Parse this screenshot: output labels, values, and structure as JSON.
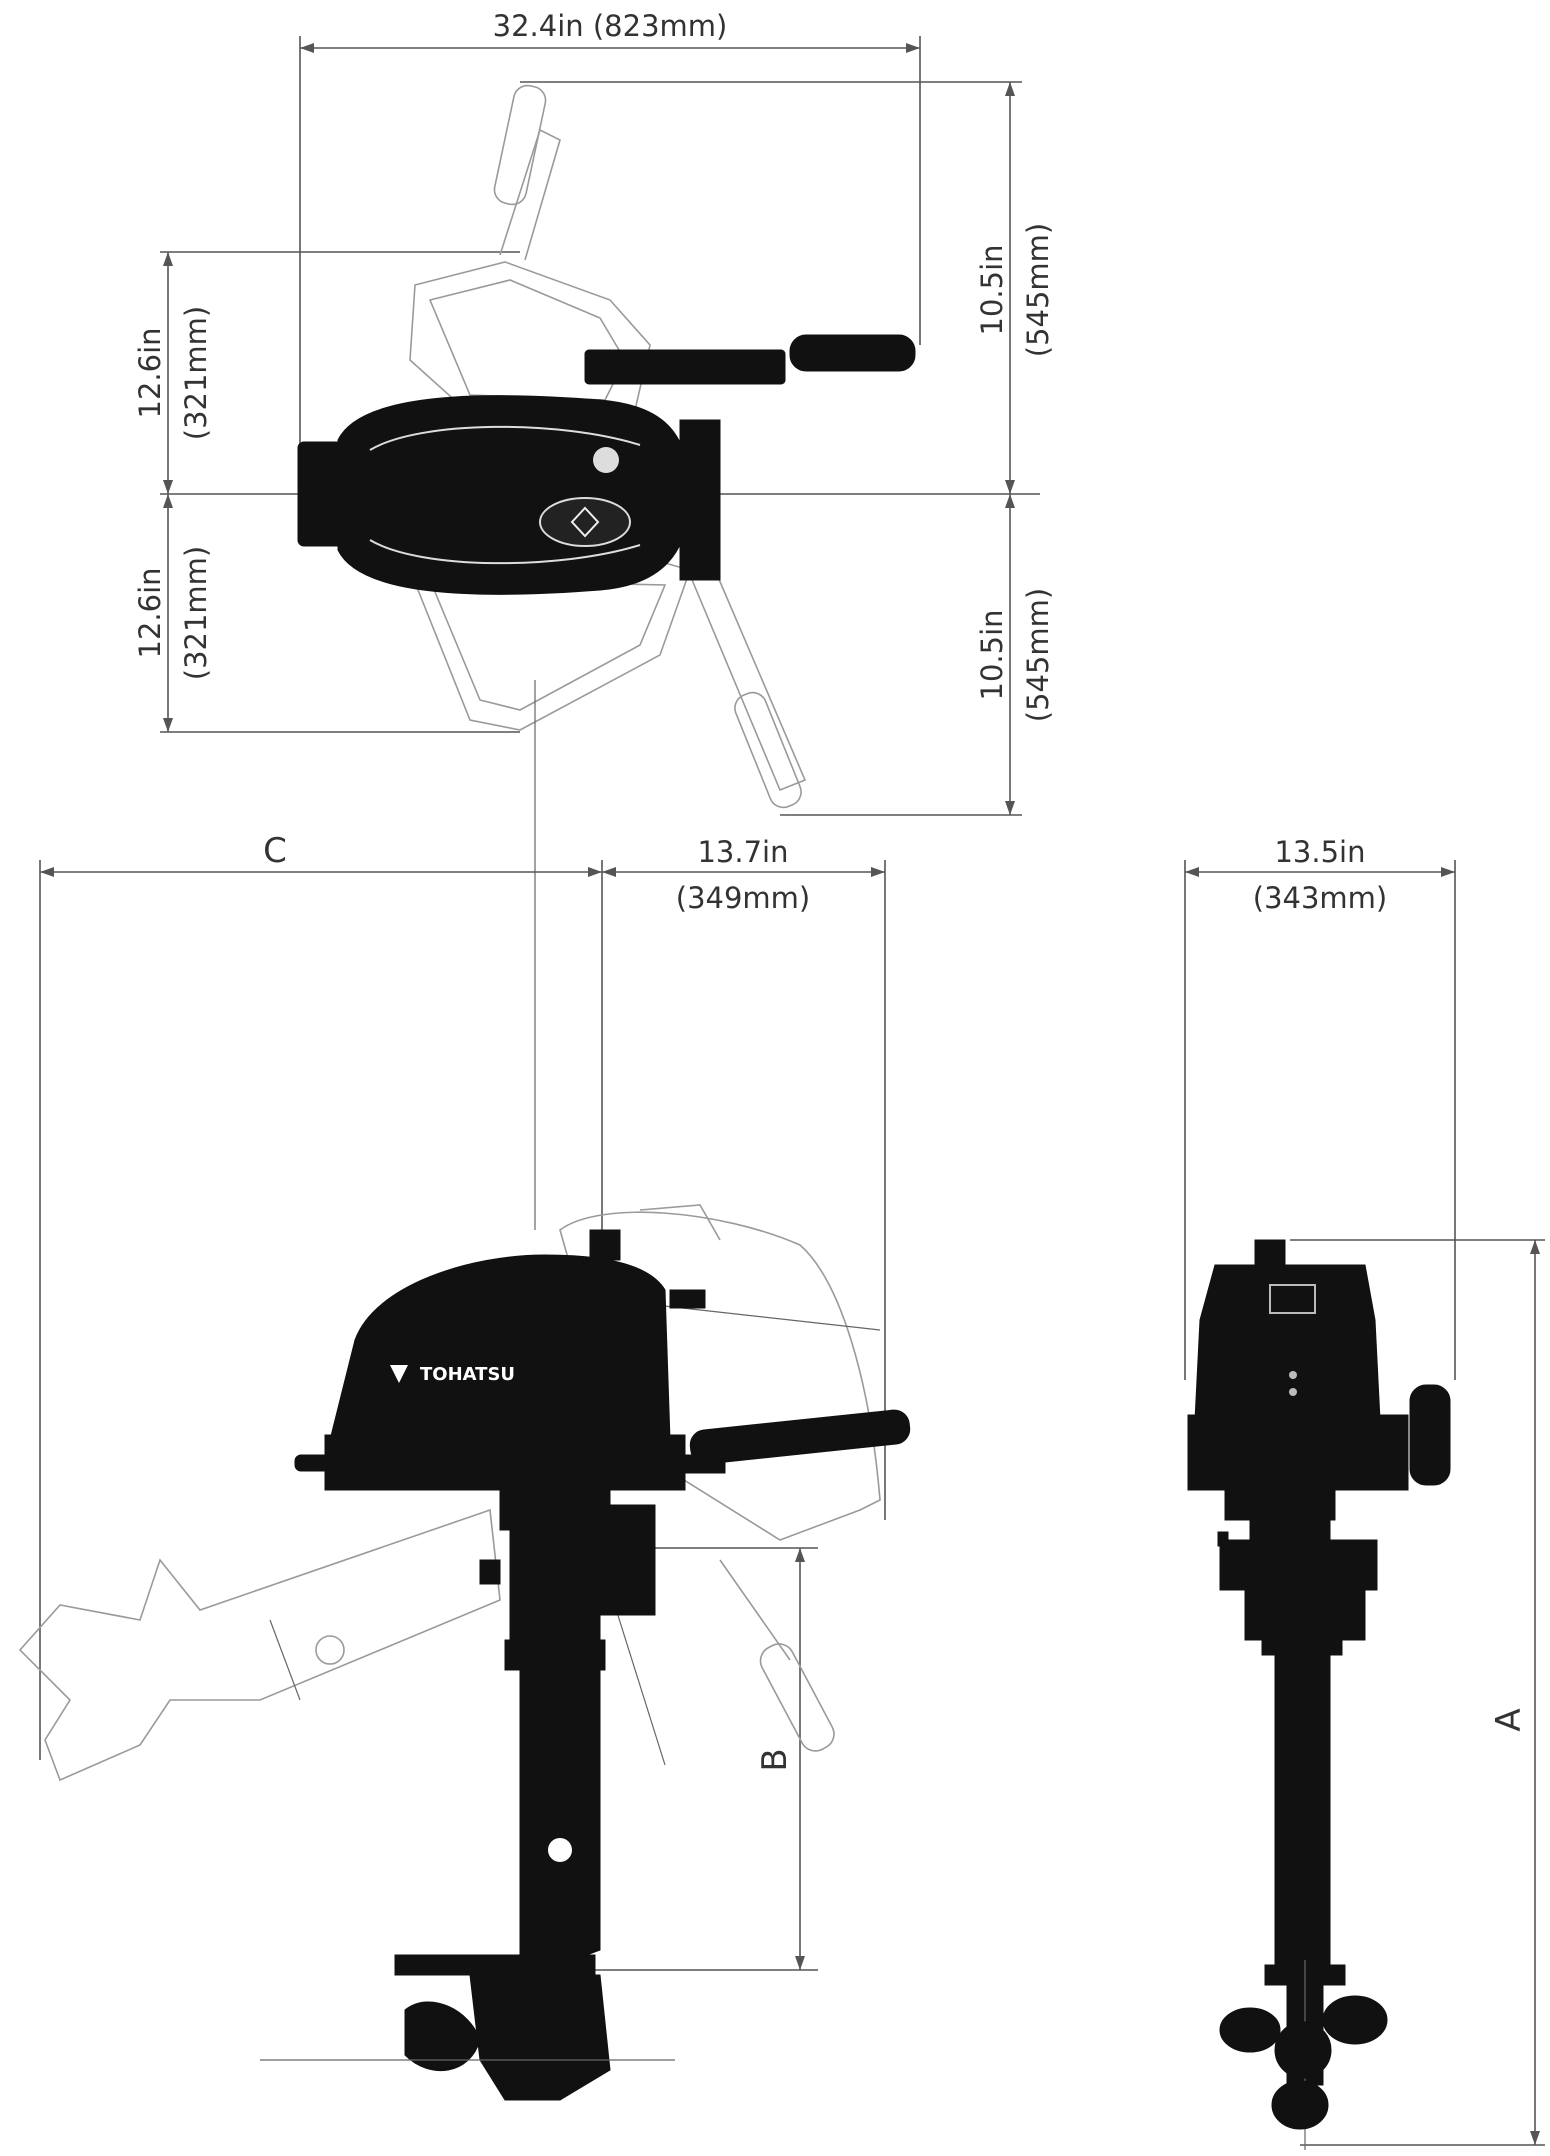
{
  "dimensions": {
    "overall_width": "32.4in (823mm)",
    "top_right_in": "10.5in",
    "top_right_mm": "(545mm)",
    "bottom_right_in": "10.5in",
    "bottom_right_mm": "(545mm)",
    "top_left_in": "12.6in",
    "top_left_mm": "(321mm)",
    "bottom_left_in": "12.6in",
    "bottom_left_mm": "(321mm)",
    "side_c": "C",
    "side_width_in": "13.7in",
    "side_width_mm": "(349mm)",
    "rear_width_in": "13.5in",
    "rear_width_mm": "(343mm)",
    "side_b": "B",
    "rear_a": "A"
  },
  "brand": {
    "logo_text": "TOHATSU"
  },
  "colors": {
    "engine": "#111111",
    "ghost_outline": "#9a9a9a",
    "dimension_line": "#555555"
  }
}
